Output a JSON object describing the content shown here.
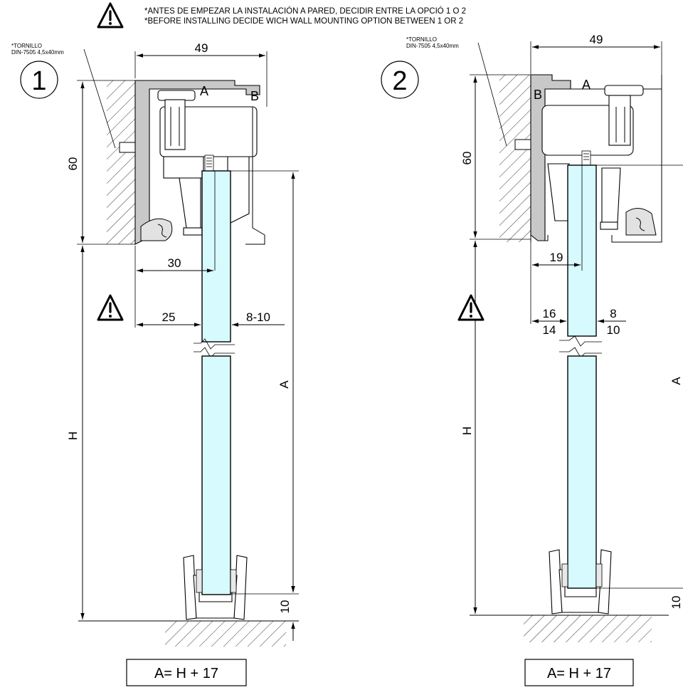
{
  "header": {
    "line_es": "*ANTES DE EMPEZAR LA INSTALACIÓN A PARED, DECIDIR ENTRE LA OPCIÓ 1 O 2",
    "line_en": "*BEFORE INSTALLING DECIDE WICH WALL MOUNTING OPTION BETWEEN 1 OR 2"
  },
  "screw_note": {
    "line1": "*TORNILLO",
    "line2": "DIN-7505 4,5x40mm"
  },
  "option1": {
    "number": "1",
    "width": "49",
    "height_top": "60",
    "offset_30": "30",
    "offset_25": "25",
    "gap": "8-10",
    "label_h": "H",
    "label_a": "A",
    "label_A_part": "A",
    "label_B_part": "B",
    "bottom_10": "10",
    "formula": "A= H + 17"
  },
  "option2": {
    "number": "2",
    "width": "49",
    "height_top": "60",
    "offset_19": "19",
    "offset_16": "16",
    "offset_14": "14",
    "gap_8": "8",
    "gap_10": "10",
    "label_h": "H",
    "label_a": "A",
    "label_A_part": "A",
    "label_B_part": "B",
    "bottom_10": "10",
    "formula": "A= H + 17"
  },
  "colors": {
    "glass": "#d6fafd",
    "profile": "#c8c8c8"
  },
  "icons": [
    "warning-icon"
  ]
}
